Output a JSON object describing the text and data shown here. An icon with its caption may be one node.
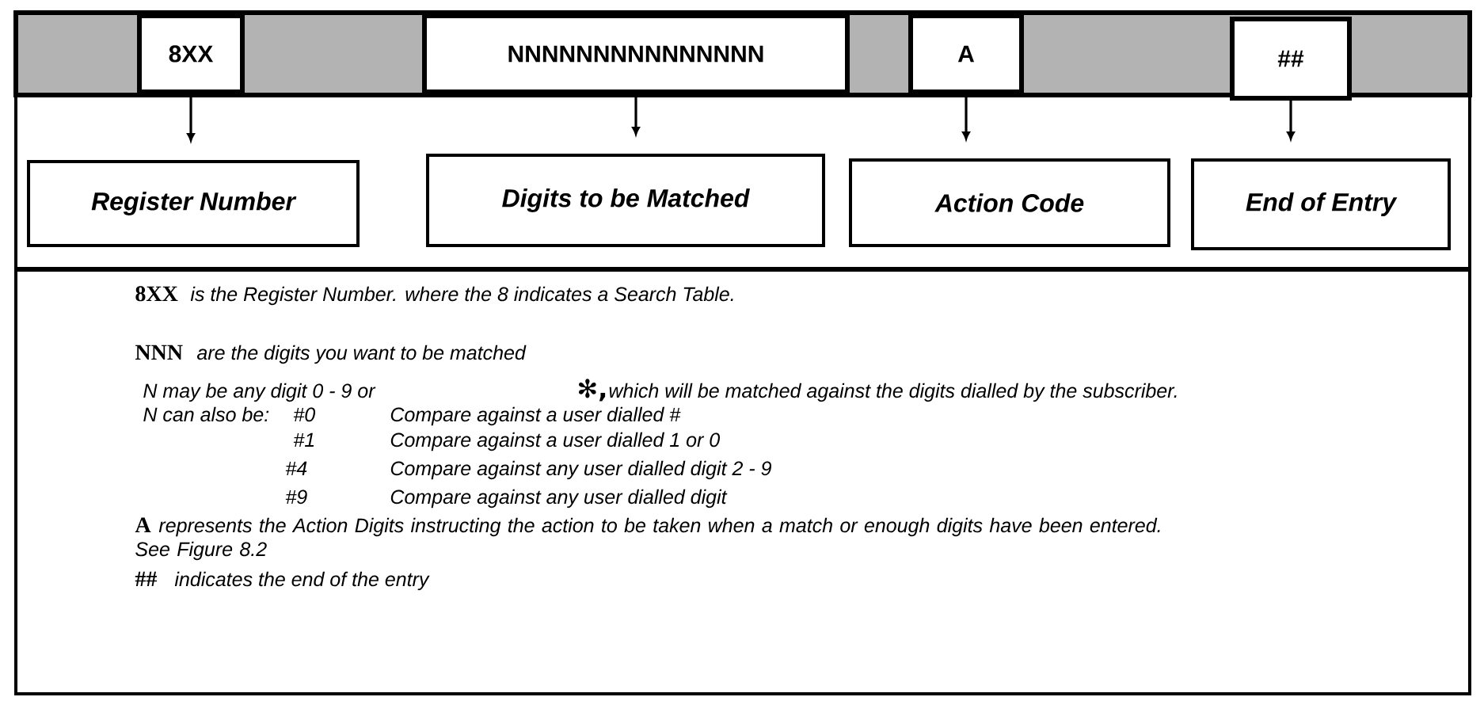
{
  "diagram": {
    "nodes": [
      {
        "text": [
          "8XX"
        ]
      },
      {
        "text": [
          "NNNNNNNNNNNNNNN"
        ]
      },
      {
        "text": [
          "A"
        ]
      },
      {
        "text": [
          "##"
        ]
      },
      {
        "text": [
          "Register Number"
        ]
      },
      {
        "text": [
          "Digits to be Matched"
        ]
      },
      {
        "text": [
          "Action Code"
        ]
      },
      {
        "text": [
          "End of Entry"
        ]
      }
    ],
    "edges": [
      {
        "from": 0,
        "to": 4,
        "arrow": "to"
      },
      {
        "from": 1,
        "to": 5,
        "arrow": "to"
      },
      {
        "from": 2,
        "to": 6,
        "arrow": "to"
      },
      {
        "from": 3,
        "to": 7,
        "arrow": "to"
      }
    ],
    "labels": [
      "8XX",
      "is the Register Number. where the 8 indicates a Search Table.",
      "NNN",
      "are the digits you want to be matched",
      "N may be any digit 0 - 9 or",
      "✻,",
      "which will be matched against the digits dialled by the subscriber.",
      "N can also be:",
      "#0",
      "Compare against a user dialled #",
      "#1",
      "Compare against a user dialled 1 or 0",
      "#4",
      "Compare against any user dialled digit 2 - 9",
      "#9",
      "Compare against any user dialled digit",
      "A",
      "represents the Action Digits instructing the action to be taken when a match or enough digits have been entered. See Figure 8.2",
      "##",
      "indicates the end of the entry"
    ]
  }
}
